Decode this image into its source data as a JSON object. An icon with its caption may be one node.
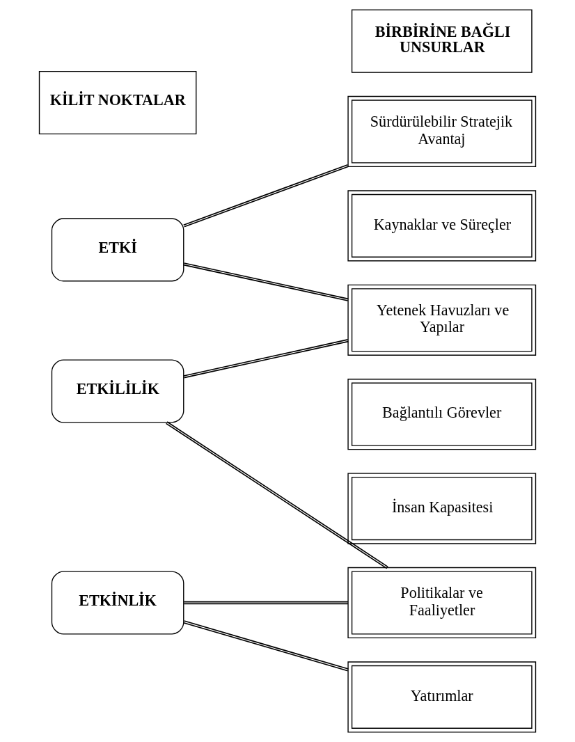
{
  "diagram": {
    "nodes": [
      {
        "text": [
          "KİLİT NOKTALAR"
        ]
      },
      {
        "text": [
          "BİRBİRİNE BAĞLI UNSURLAR"
        ]
      },
      {
        "text": [
          "ETKİ"
        ]
      },
      {
        "text": [
          "ETKİLİLİK"
        ]
      },
      {
        "text": [
          "ETKİNLİK"
        ]
      },
      {
        "text": [
          "Sürdürülebilir Stratejik Avantaj"
        ]
      },
      {
        "text": [
          "Kaynaklar ve Süreçler"
        ]
      },
      {
        "text": [
          "Yetenek Havuzları ve Yapılar"
        ]
      },
      {
        "text": [
          "Bağlantılı Görevler"
        ]
      },
      {
        "text": [
          "İnsan Kapasitesi"
        ]
      },
      {
        "text": [
          "Politikalar ve Faaliyetler"
        ]
      },
      {
        "text": [
          "Yatırımlar"
        ]
      }
    ],
    "edges": [
      {
        "from": 2,
        "to": 5,
        "arrow": "none"
      },
      {
        "from": 2,
        "to": 7,
        "arrow": "none"
      },
      {
        "from": 3,
        "to": 7,
        "arrow": "none"
      },
      {
        "from": 3,
        "to": 10,
        "arrow": "none"
      },
      {
        "from": 4,
        "to": 10,
        "arrow": "none"
      },
      {
        "from": 4,
        "to": 11,
        "arrow": "none"
      }
    ]
  }
}
